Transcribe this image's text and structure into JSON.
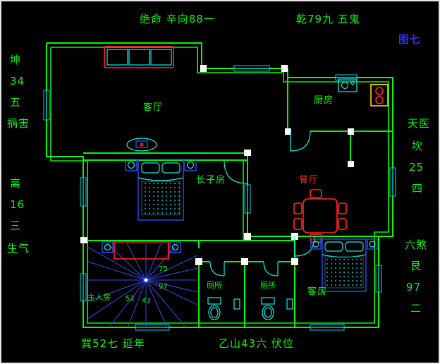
{
  "palette": {
    "background": "#000000",
    "wall_green": "#00ee00",
    "furniture_cyan": "#00e5e5",
    "furniture_blue": "#3344ee",
    "accent_red": "#ff2222",
    "stove_yellow": "#ffcc00",
    "text_green": "#00ee00",
    "figure_blue": "#2a2aff",
    "pillar_white": "#ffffff"
  },
  "annotations": {
    "top_left": "绝命 辛向88一",
    "top_right": "乾79九 五鬼",
    "figure_label": "图七",
    "left_upper": [
      "坤",
      "34",
      "五",
      "祸害"
    ],
    "left_lower": [
      "离",
      "16",
      "三",
      "生气"
    ],
    "right_upper": [
      "天医",
      "坎",
      "25",
      "四"
    ],
    "right_lower": [
      "六煞",
      "艮",
      "97",
      "二"
    ],
    "bottom_left": "巽52七 延年",
    "bottom_center": "乙山43六 伏位"
  },
  "rooms": {
    "living_room": "客厅",
    "kitchen": "厨房",
    "dining_room": "餐厅",
    "eldest_son_room": "长子房",
    "master_room": "主人房",
    "toilet_left": "厕所",
    "toilet_right": "厕所",
    "guest_room": "客房"
  },
  "compass_numbers": [
    "75",
    "97",
    "52",
    "43"
  ]
}
